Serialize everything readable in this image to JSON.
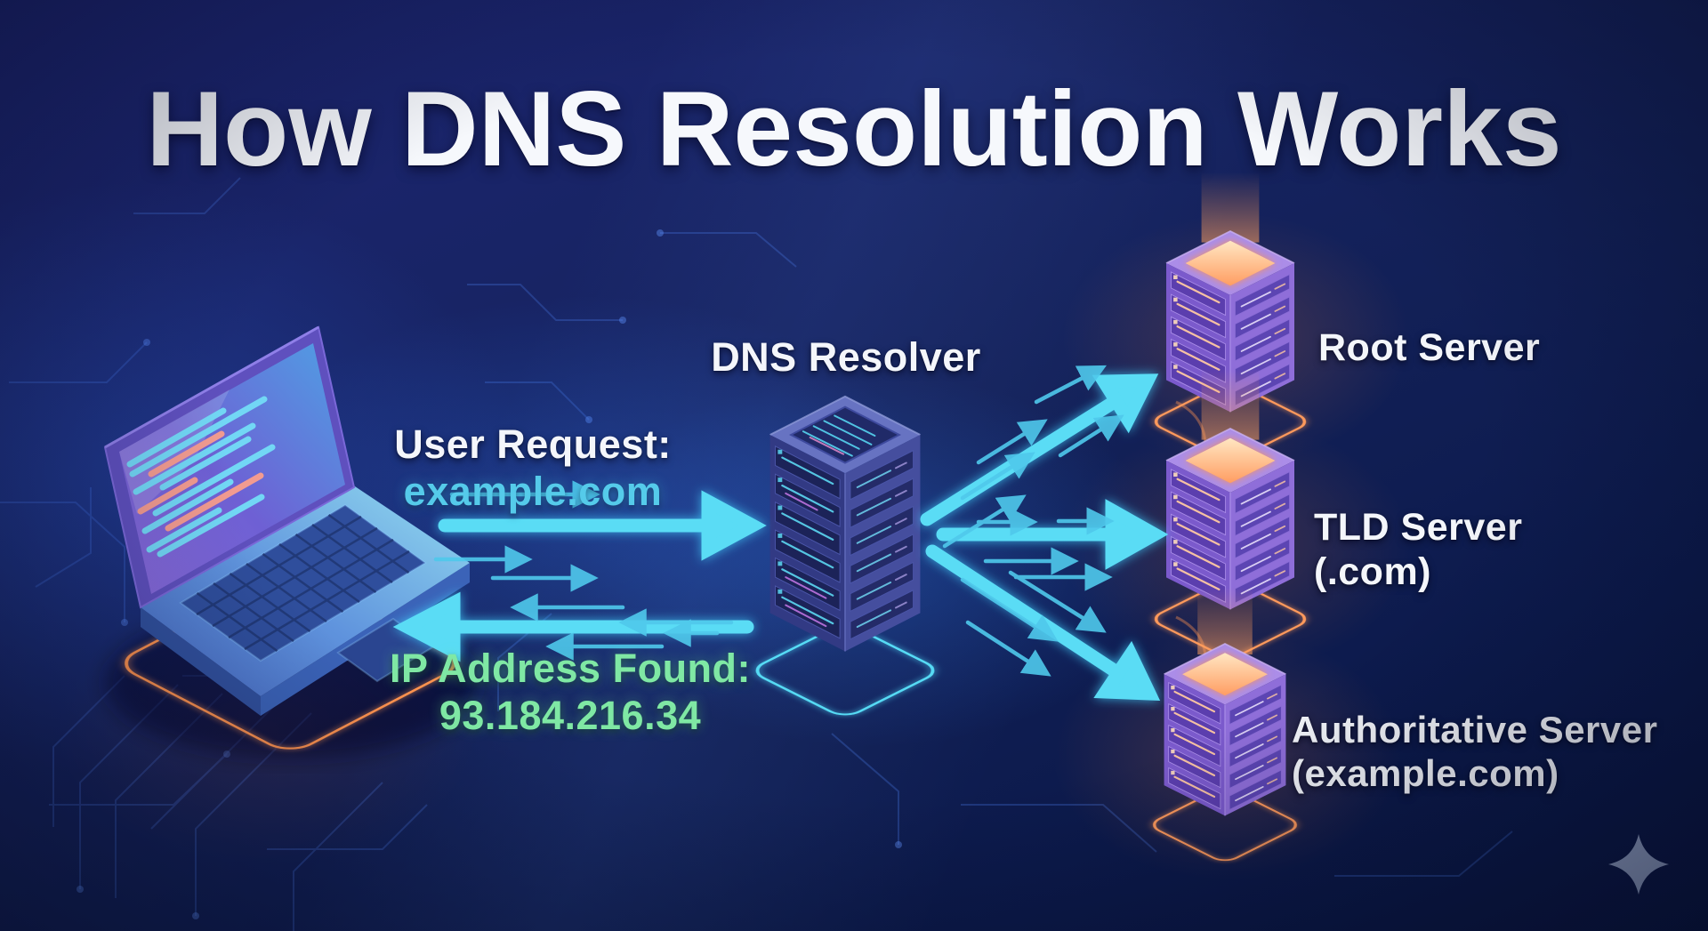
{
  "title": "How DNS Resolution Works",
  "client": {
    "request_label": "User Request:",
    "request_value": "example.com",
    "response_label": "IP Address Found:",
    "response_value": "93.184.216.34"
  },
  "resolver": {
    "label": "DNS Resolver"
  },
  "servers": {
    "root": {
      "label": "Root Server"
    },
    "tld": {
      "label": "TLD Server",
      "sublabel": "(.com)"
    },
    "authoritative": {
      "label": "Authoritative Server",
      "sublabel": "(example.com)"
    }
  },
  "icons": {
    "sparkle": {
      "name": "sparkle-icon",
      "shape": "four-pointed-star",
      "color": "#8E9DBF"
    }
  },
  "colors": {
    "background_top": "#1D2574",
    "background_bottom": "#091540",
    "accent_cyan": "#55D9F2",
    "accent_green": "#7FE8A4",
    "server_purple": "#8C6CD8",
    "resolver_blue": "#3A4290",
    "glow_orange": "#FF9A5C",
    "text_white": "#F4F6FB"
  }
}
